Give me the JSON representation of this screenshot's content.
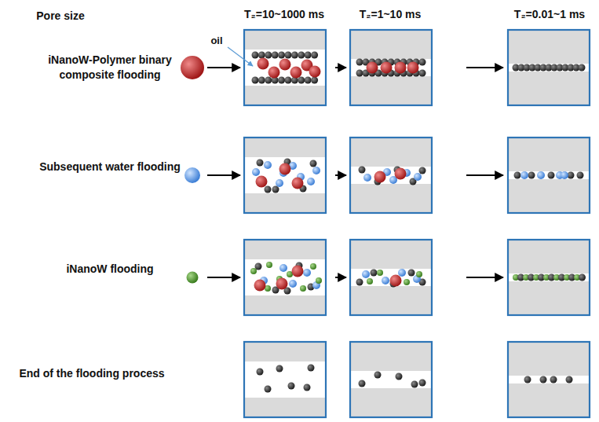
{
  "diagram": {
    "labels": [
      "Pore size",
      "T₂=10~1000 ms",
      "T₂=1~10 ms",
      "T₂=0.01~1 ms",
      "iNanoW-Polymer binary composite flooding",
      "oil",
      "Subsequent water flooding",
      "iNanoW flooding",
      "End of the flooding process"
    ]
  }
}
